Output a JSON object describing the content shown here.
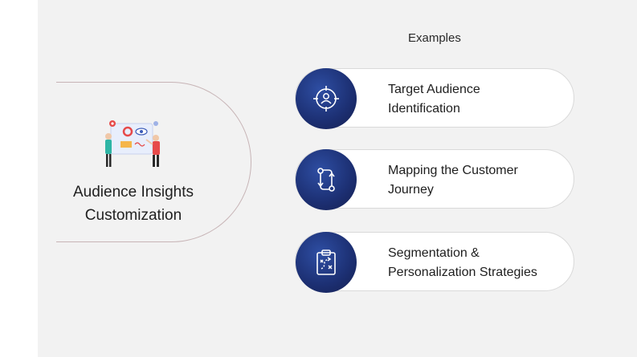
{
  "left": {
    "title_line1": "Audience Insights",
    "title_line2": "Customization"
  },
  "examples_label": "Examples",
  "items": [
    {
      "line1": "Target Audience",
      "line2": "Identification",
      "icon": "target-person-icon"
    },
    {
      "line1": "Mapping the Customer",
      "line2": "Journey",
      "icon": "journey-path-icon"
    },
    {
      "line1": "Segmentation &",
      "line2": "Personalization Strategies",
      "icon": "clipboard-strategy-icon"
    }
  ],
  "colors": {
    "circle": "#1c2f72",
    "panel": "#f2f2f2",
    "border": "#c7b4b6"
  }
}
